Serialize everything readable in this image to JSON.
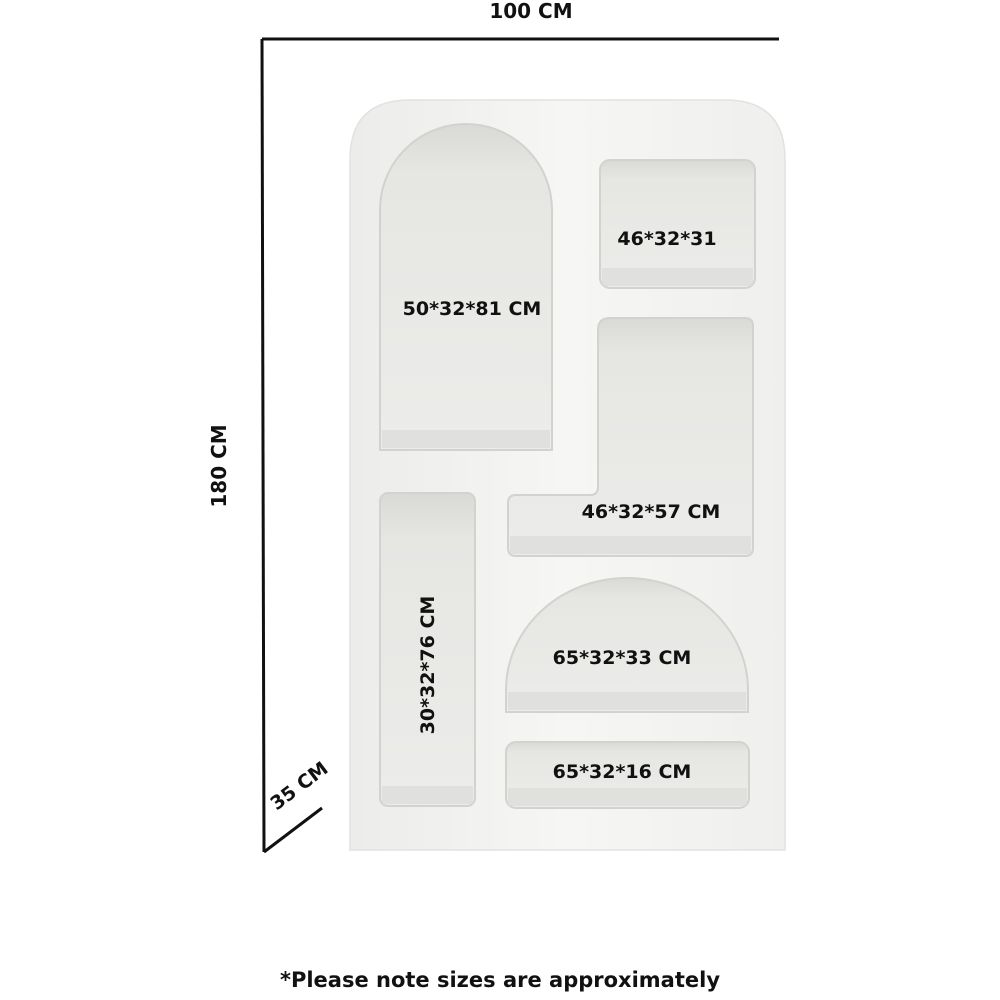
{
  "dimensions": {
    "width_label": "100 CM",
    "height_label": "180 CM",
    "depth_label": "35 CM"
  },
  "compartments": {
    "top_arch": "50*32*81 CM",
    "top_right": "46*32*31",
    "middle_right": "46*32*57 CM",
    "tall_left": "30*32*76 CM",
    "half_arch": "65*32*33 CM",
    "bottom": "65*32*16 CM"
  },
  "note": "*Please note sizes are approximately",
  "colors": {
    "cabinet_body": "#f3f3f1",
    "cabinet_edge": "#e2e2df",
    "niche_fill": "#e7e7e4",
    "niche_shadow": "#d2d2cf",
    "dimension_lines": "#111111"
  }
}
